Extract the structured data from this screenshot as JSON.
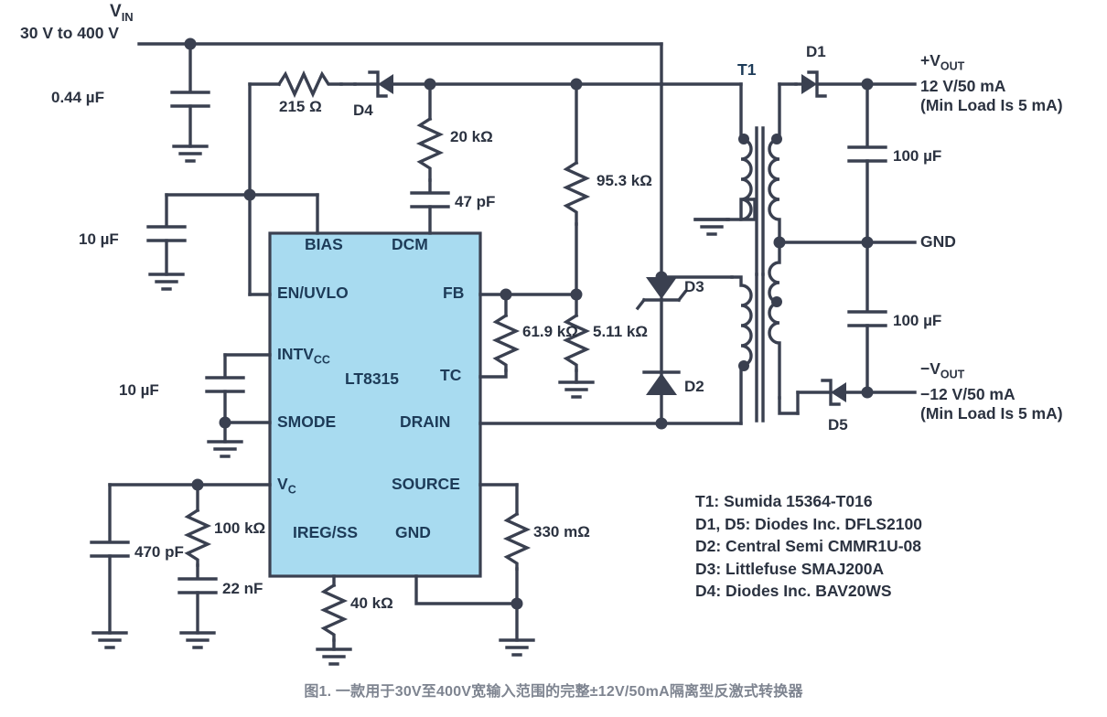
{
  "diagram": {
    "title_caption": "图1. 一款用于30V至400V宽输入范围的完整±12V/50mA隔离型反激式转换器",
    "ic": {
      "part": "LT8315",
      "fill_color": "#A8DBF0",
      "outline_color": "#3a4050",
      "pins_left": [
        "EN/UVLO",
        "INTV",
        "SMODE",
        "V"
      ],
      "pins_left_sub": [
        "",
        "CC",
        "",
        "C"
      ],
      "pins_right": [
        "FB",
        "TC",
        "DRAIN",
        "SOURCE"
      ],
      "pins_top": [
        "BIAS",
        "DCM"
      ],
      "pins_bottom": [
        "IREG/SS",
        "GND"
      ]
    },
    "input": {
      "vin_label": "V",
      "vin_sub": "IN",
      "vin_range": "30 V to 400 V",
      "input_cap": "0.44 µF"
    },
    "components": {
      "r_215": "215 Ω",
      "r_20k": "20 kΩ",
      "c_47p": "47 pF",
      "r_95k3": "95.3 kΩ",
      "r_61k9": "61.9 kΩ",
      "r_5k11": "5.11 kΩ",
      "c_10u_bias": "10 µF",
      "c_10u_intvcc": "10 µF",
      "c_470p": "470 pF",
      "r_100k": "100 kΩ",
      "c_22n": "22 nF",
      "r_40k": "40 kΩ",
      "r_330m": "330 mΩ",
      "c_100u_top": "100 µF",
      "c_100u_bot": "100 µF",
      "d1": "D1",
      "d2": "D2",
      "d3": "D3",
      "d4": "D4",
      "d5": "D5",
      "t1": "T1"
    },
    "outputs": {
      "pos_name": "+V",
      "pos_sub": "OUT",
      "pos_spec": "12 V/50 mA",
      "pos_note": "(Min Load Is 5 mA)",
      "gnd": "GND",
      "neg_name": "−V",
      "neg_sub": "OUT",
      "neg_spec": "−12 V/50 mA",
      "neg_note": "(Min Load Is 5 mA)"
    },
    "bom": [
      "T1: Sumida 15364-T016",
      "D1, D5: Diodes Inc. DFLS2100",
      "D2: Central Semi CMMR1U-08",
      "D3: Littlefuse SMAJ200A",
      "D4: Diodes Inc. BAV20WS"
    ]
  }
}
